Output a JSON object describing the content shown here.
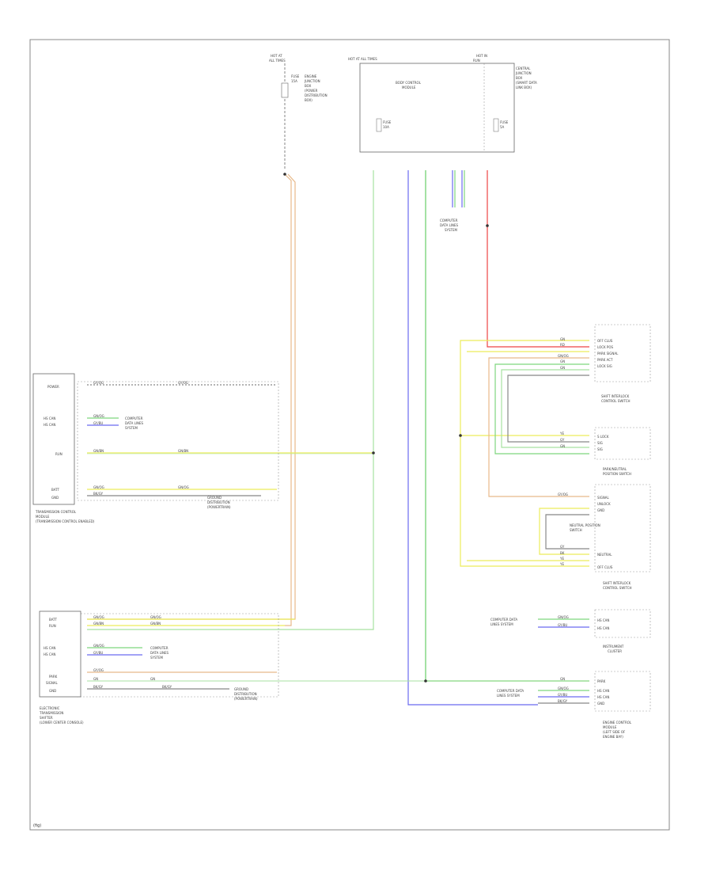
{
  "sheet_label": "(fig)",
  "colors": {
    "orange": "#e8b98a",
    "green": "#7ed67e",
    "yellow": "#ecec5a",
    "blue": "#6b6bf0",
    "red": "#ee4444",
    "gray": "#888888",
    "dark": "#333333",
    "lightgreen": "#a7e2a0"
  },
  "components": {
    "fuse_top_left": {
      "lines": [
        "HOT AT",
        "ALL TIMES",
        "FUSE",
        "15A",
        "ENGINE",
        "JUNCTION",
        "BOX",
        "(POWER",
        "DISTRIBUTION",
        "BOX)"
      ]
    },
    "bcm": {
      "lines": [
        "HOT AT ALL TIMES",
        "BODY CONTROL",
        "MODULE",
        "FUSE",
        "10A"
      ]
    },
    "fuse_top_right": {
      "lines": [
        "HOT IN",
        "RUN",
        "FUSE",
        "5A",
        "CENTRAL",
        "JUNCTION",
        "BOX",
        "(SMART DATA",
        "LINK BOX)"
      ]
    },
    "body_note": {
      "lines": [
        "COMPUTER",
        "DATA LINES",
        "SYSTEM"
      ]
    },
    "tcm": {
      "title_lines": [
        "TRANSMISSION CONTROL",
        "MODULE",
        "(TRANSMISSION CONTROL ENABLED)"
      ],
      "pins": [
        "POWER",
        "",
        "",
        "",
        "",
        "",
        "HS CAN",
        "HS CAN",
        "",
        "",
        "",
        "",
        "RUN",
        "",
        "",
        "",
        "",
        "",
        "BATT",
        "GND"
      ]
    },
    "tcm_note": {
      "lines": [
        "COMPUTER",
        "DATA LINES",
        "SYSTEM"
      ]
    },
    "tcm_ground": {
      "lines": [
        "GROUND",
        "DISTRIBUTION",
        "(POWERTRAIN)"
      ]
    },
    "shifter": {
      "title_lines": [
        "ELECTRONIC",
        "TRANSMISSION",
        "SHIFTER",
        "(LOWER CENTER CONSOLE)"
      ],
      "pins": [
        "BATT",
        "RUN",
        "",
        "HS CAN",
        "HS CAN",
        "",
        "PARK",
        "SIGNAL",
        "GND"
      ]
    },
    "shifter_note": {
      "lines": [
        "COMPUTER",
        "DATA LINES",
        "SYSTEM"
      ]
    },
    "shifter_ground": {
      "lines": [
        "GROUND",
        "DISTRIBUTION",
        "(POWERTRAIN)"
      ]
    },
    "shift_interlock": {
      "title_lines": [
        "SHIFT INTERLOCK",
        "CONTROL SWITCH"
      ],
      "pins": [
        "OFF CLUS",
        "LOCK POS",
        "PARK SIGNAL",
        "PARK ACT",
        "LOCK SIG"
      ]
    },
    "park_switch": {
      "title_lines": [
        "PARK/NEUTRAL",
        "POSITION SWITCH"
      ],
      "pins": [
        "S LOCK",
        "SIG",
        "SIG"
      ]
    },
    "neutral_switch": {
      "title_lines": [
        "NEUTRAL POSITION",
        "SWITCH"
      ],
      "pins": [
        "SIGNAL",
        "UNLOCK",
        "GND",
        "NEUTRAL",
        "OFF CLUS"
      ]
    },
    "pcm_note": {
      "lines": [
        "SHIFT INTERLOCK",
        "CONTROL SWITCH"
      ]
    },
    "instrument_cluster": {
      "title_lines": [
        "INSTRUMENT",
        "CLUSTER"
      ],
      "pins": [
        "HS CAN",
        "HS CAN"
      ]
    },
    "ic_note": {
      "lines": [
        "COMPUTER DATA",
        "LINES SYSTEM"
      ]
    },
    "engine_module": {
      "title_lines": [
        "ENGINE CONTROL",
        "MODULE",
        "(LEFT SIDE OF",
        "ENGINE BAY)"
      ],
      "pins": [
        "PARK",
        "HS CAN",
        "HS CAN",
        "GND"
      ]
    },
    "em_note": {
      "lines": [
        "COMPUTER DATA",
        "LINES SYSTEM"
      ]
    }
  },
  "wire_labels": {
    "tcm_power": "GY/OG",
    "tcm_can1": "GN/OG",
    "tcm_can2": "GY/BU",
    "tcm_run": "GN/BN",
    "tcm_batt": "GN/OG",
    "tcm_gnd": "BK/GY",
    "sh_batt": "GN/OG",
    "sh_run": "GN/BN",
    "sh_can1": "GN/OG",
    "sh_can2": "GY/BU",
    "sh_park": "GY/OG",
    "sh_sig": "GN",
    "sh_gnd": "BK/GY",
    "si_1": "GN",
    "si_2": "RD",
    "si_3": "GN/OG",
    "si_4": "GN",
    "si_5": "GN",
    "ps_1": "YE",
    "ps_2": "GY",
    "ps_3": "GN",
    "ns_1": "GY/OG",
    "ns_2": "GY",
    "ns_3": "BK",
    "ns_4": "YE",
    "ns_5": "YE",
    "ic_1": "GN/OG",
    "ic_2": "GY/BU",
    "em_1": "GN",
    "em_2": "GN/OG",
    "em_3": "GY/BU",
    "em_4": "BK/GY"
  }
}
